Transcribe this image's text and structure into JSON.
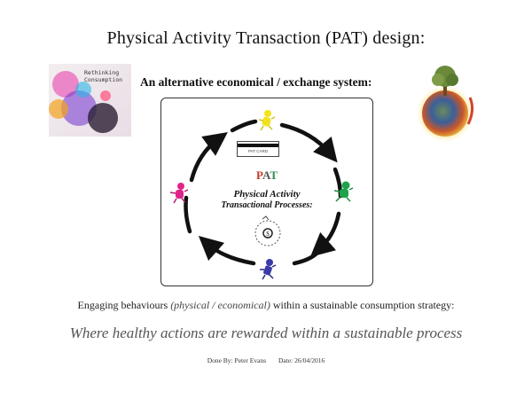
{
  "header": {
    "title": "Physical Activity Transaction (PAT) design:",
    "subtitle": "An alternative economical / exchange system:"
  },
  "left_image": {
    "icon": "rethinking-consumption-image",
    "caption_line1": "Rethinking",
    "caption_line2": "Consumption"
  },
  "right_image": {
    "icon": "earth-tree-image"
  },
  "diagram": {
    "card_label": "PAT CARD",
    "acronym": {
      "p": "P",
      "a": "A",
      "t": "T"
    },
    "title": "Physical Activity",
    "subtitle": "Transactional Processes:",
    "runners": [
      {
        "position": "top",
        "color": "#f2e21c"
      },
      {
        "position": "right",
        "color": "#1fa34a"
      },
      {
        "position": "bottom",
        "color": "#3a3aa8"
      },
      {
        "position": "left",
        "color": "#e0238a"
      }
    ],
    "cycle_color": "#111111"
  },
  "body": {
    "engaging_prefix": "Engaging behaviours ",
    "engaging_italic": "(physical / economical)",
    "engaging_suffix": " within a sustainable consumption strategy:",
    "tagline": "Where healthy actions are rewarded within a sustainable process"
  },
  "footer": {
    "author": "Done By: Peter Evans",
    "date": "Date: 26/04/2016"
  }
}
